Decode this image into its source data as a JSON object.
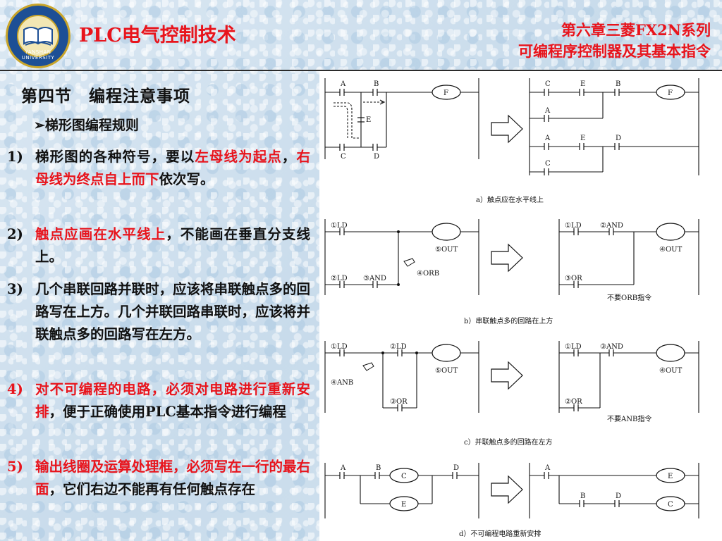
{
  "header": {
    "course_title": "PLC电气控制技术",
    "chapter_line1": "第六章三菱FX2N系列",
    "chapter_line2": "可编程序控制器及其基本指令",
    "logo_text": "YANSHAN UNIVERSITY"
  },
  "section": {
    "title": "第四节　编程注意事项",
    "subsection": "梯形图编程规则"
  },
  "rules": [
    {
      "num": "1)",
      "parts": [
        {
          "t": "梯形图的各种符号，要以",
          "red": false
        },
        {
          "t": "左母线为起点",
          "red": true
        },
        {
          "t": "，",
          "red": false
        },
        {
          "t": "右母线为终点自上而下",
          "red": true
        },
        {
          "t": "依次写。",
          "red": false
        }
      ]
    },
    {
      "num": "2)",
      "parts": [
        {
          "t": "触点应画在水平线上",
          "red": true
        },
        {
          "t": "，不能画在垂直分支线上。",
          "red": false
        }
      ]
    },
    {
      "num": "3)",
      "parts": [
        {
          "t": "几个串联回路并联时，应该将串联触点多的回路写在上方。几个并联回路串联时，应该将并联触点多的回路写在左方。",
          "red": false
        }
      ]
    },
    {
      "num": "4)",
      "num_red": true,
      "parts": [
        {
          "t": "对不可编程的电路，必须对电路进行重新安排",
          "red": true
        },
        {
          "t": "，便于正确使用PLC基本指令进行编程",
          "red": false
        }
      ]
    },
    {
      "num": "5)",
      "num_red": true,
      "parts": [
        {
          "t": "输出线圈及运算处理框，必须写在一行的最右面",
          "red": true
        },
        {
          "t": "，它们右边不能再有任何触点存在",
          "red": false
        }
      ]
    }
  ],
  "diagram": {
    "a": {
      "caption": "a）触点应在水平线上",
      "left": {
        "A": "A",
        "B": "B",
        "C": "C",
        "D": "D",
        "E": "E",
        "F": "F"
      },
      "right": {
        "c1": "C",
        "e1": "E",
        "b1": "B",
        "a1": "A",
        "a2": "A",
        "e2": "E",
        "d2": "D",
        "c2": "C",
        "F": "F"
      }
    },
    "b": {
      "caption": "b）串联触点多的回路在上方",
      "left": {
        "ld1": "①LD",
        "out": "⑤OUT",
        "orb": "④ORB",
        "ld2": "②LD",
        "and": "③AND"
      },
      "right": {
        "ld1": "①LD",
        "and": "②AND",
        "out": "④OUT",
        "or": "③OR",
        "note": "不要ORB指令"
      }
    },
    "c": {
      "caption": "c）并联触点多的回路在左方",
      "left": {
        "ld1": "①LD",
        "ld2": "②LD",
        "out": "⑤OUT",
        "anb": "④ANB",
        "or": "③OR"
      },
      "right": {
        "ld1": "①LD",
        "and": "③AND",
        "out": "④OUT",
        "or": "②OR",
        "note": "不要ANB指令"
      }
    },
    "d": {
      "caption": "d）不可编程电路重新安排",
      "left": {
        "A": "A",
        "B": "B",
        "C": "C",
        "D": "D",
        "E": "E"
      },
      "right": {
        "A": "A",
        "E": "E",
        "B": "B",
        "D": "D",
        "C": "C"
      }
    }
  }
}
